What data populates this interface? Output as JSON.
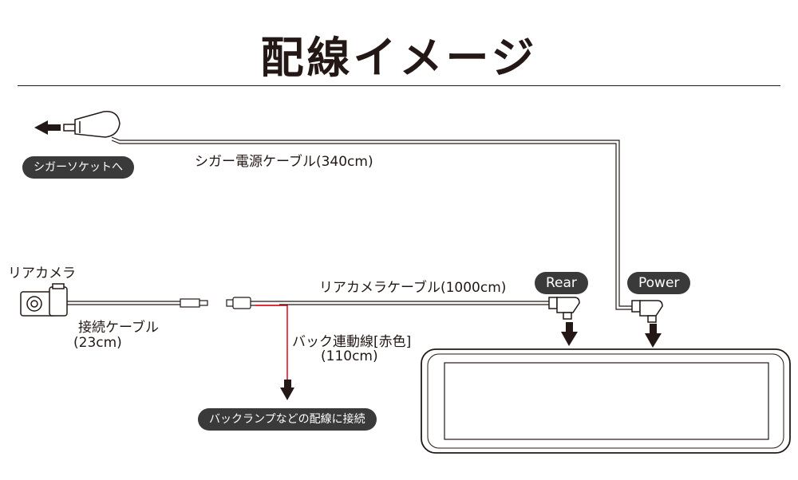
{
  "title": "配線イメージ",
  "labels": {
    "cigar_cable": "シガー電源ケーブル(340cm)",
    "rear_camera": "リアカメラ",
    "connect_cable": "接続ケーブル",
    "connect_cable_len": "(23cm)",
    "rear_camera_cable": "リアカメラケーブル(1000cm)",
    "back_wire": "バック連動線[赤色]",
    "back_wire_len": "(110cm)"
  },
  "pills": {
    "cigar_socket": "シガーソケットへ",
    "rear": "Rear",
    "power": "Power",
    "back_lamp": "バックランプなどの配線に接続"
  },
  "colors": {
    "line": "#231815",
    "red_wire": "#e60012",
    "pill_bg": "#3a3a3a"
  }
}
